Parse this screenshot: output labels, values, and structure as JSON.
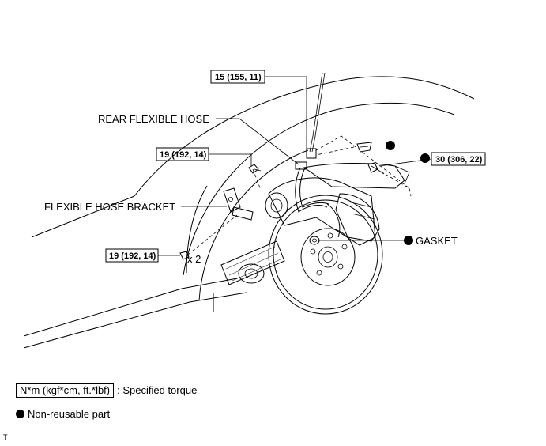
{
  "callouts": {
    "torque_top": "15 (155, 11)",
    "torque_left": "19 (192, 14)",
    "torque_right": "30 (306, 22)",
    "torque_bottom": "19 (192, 14)",
    "qty_bottom": "x 2",
    "rear_flexible_hose": "REAR FLEXIBLE HOSE",
    "flexible_hose_bracket": "FLEXIBLE HOSE BRACKET",
    "gasket": "GASKET"
  },
  "legend": {
    "torque_units": "N*m (kgf*cm, ft.*lbf)",
    "torque_desc": ": Specified torque",
    "nonreusable": "Non-reusable part"
  },
  "corner_tag": "T"
}
